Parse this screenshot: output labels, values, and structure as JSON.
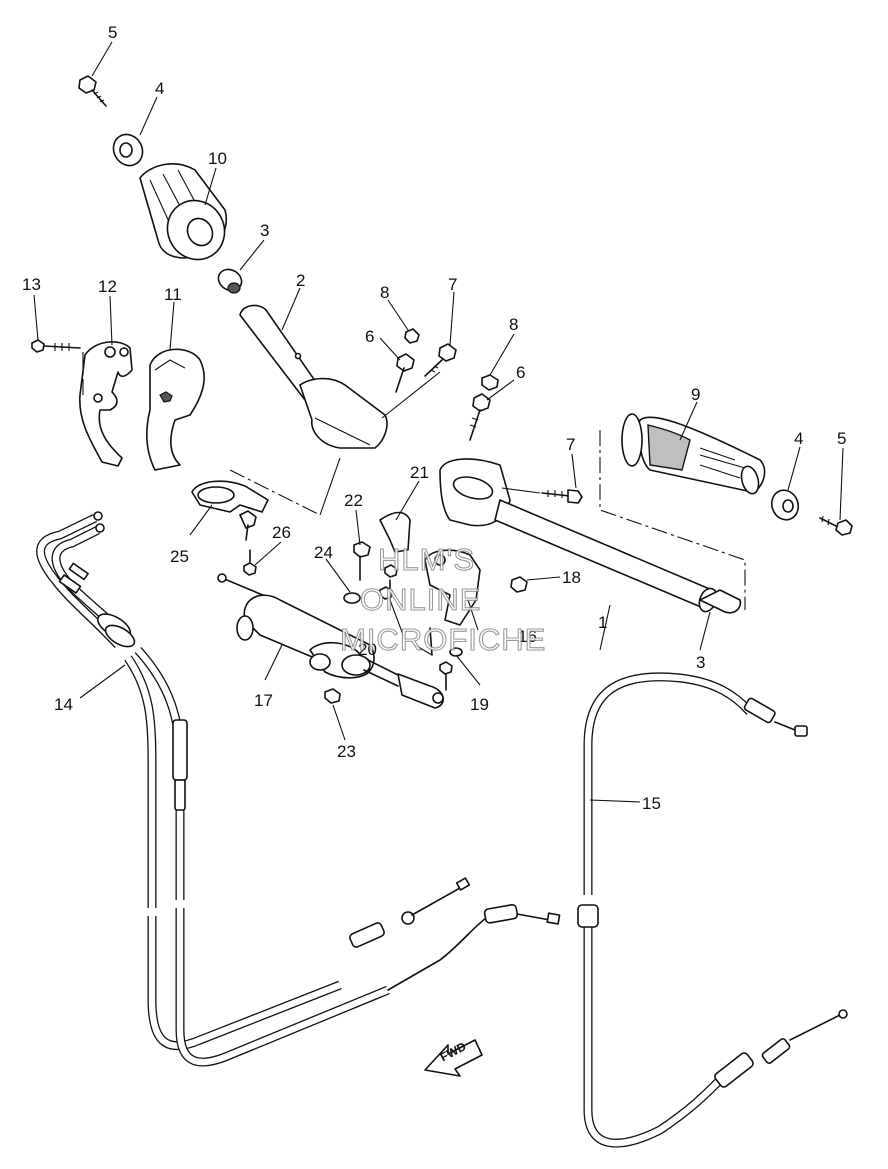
{
  "diagram": {
    "callouts": [
      {
        "id": "c5a",
        "text": "5"
      },
      {
        "id": "c4a",
        "text": "4"
      },
      {
        "id": "c10",
        "text": "10"
      },
      {
        "id": "c3a",
        "text": "3"
      },
      {
        "id": "c2",
        "text": "2"
      },
      {
        "id": "c8a",
        "text": "8"
      },
      {
        "id": "c7a",
        "text": "7"
      },
      {
        "id": "c6a",
        "text": "6"
      },
      {
        "id": "c8b",
        "text": "8"
      },
      {
        "id": "c6b",
        "text": "6"
      },
      {
        "id": "c13",
        "text": "13"
      },
      {
        "id": "c12",
        "text": "12"
      },
      {
        "id": "c11",
        "text": "11"
      },
      {
        "id": "c9",
        "text": "9"
      },
      {
        "id": "c4b",
        "text": "4"
      },
      {
        "id": "c5b",
        "text": "5"
      },
      {
        "id": "c7b",
        "text": "7"
      },
      {
        "id": "c21",
        "text": "21"
      },
      {
        "id": "c22",
        "text": "22"
      },
      {
        "id": "c26",
        "text": "26"
      },
      {
        "id": "c25",
        "text": "25"
      },
      {
        "id": "c24",
        "text": "24"
      },
      {
        "id": "c18",
        "text": "18"
      },
      {
        "id": "c1",
        "text": "1"
      },
      {
        "id": "c16",
        "text": "16"
      },
      {
        "id": "c20",
        "text": "20"
      },
      {
        "id": "c3b",
        "text": "3"
      },
      {
        "id": "c17",
        "text": "17"
      },
      {
        "id": "c19",
        "text": "19"
      },
      {
        "id": "c14",
        "text": "14"
      },
      {
        "id": "c23",
        "text": "23"
      },
      {
        "id": "c15",
        "text": "15"
      }
    ],
    "watermark": [
      "HLM'S",
      "ONLINE",
      "MICROFICHE"
    ],
    "fwd_label": "FWD"
  }
}
